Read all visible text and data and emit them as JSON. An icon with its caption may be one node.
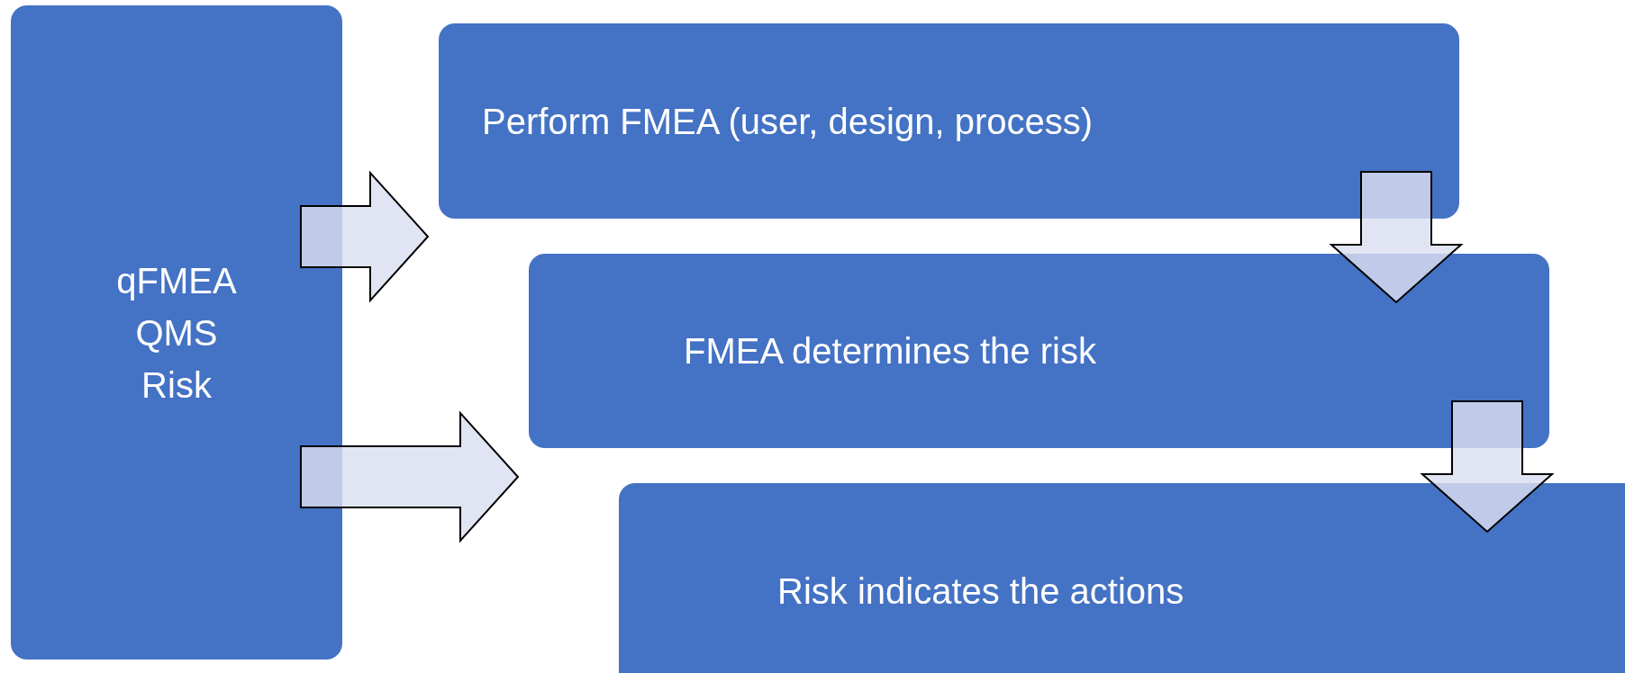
{
  "diagram": {
    "nodes": [
      {
        "text": [
          "qFMEA QMS Risk"
        ]
      },
      {
        "text": [
          "Perform FMEA (user, design, process)"
        ]
      },
      {
        "text": [
          "FMEA determines the risk"
        ]
      },
      {
        "text": [
          "Risk indicates the actions"
        ]
      }
    ],
    "edges": [
      {
        "from": 0,
        "to": 1,
        "arrow": "to"
      },
      {
        "from": 0,
        "to": 2,
        "arrow": "to"
      },
      {
        "from": 1,
        "to": 2,
        "arrow": "to"
      },
      {
        "from": 2,
        "to": 3,
        "arrow": "to"
      }
    ]
  }
}
